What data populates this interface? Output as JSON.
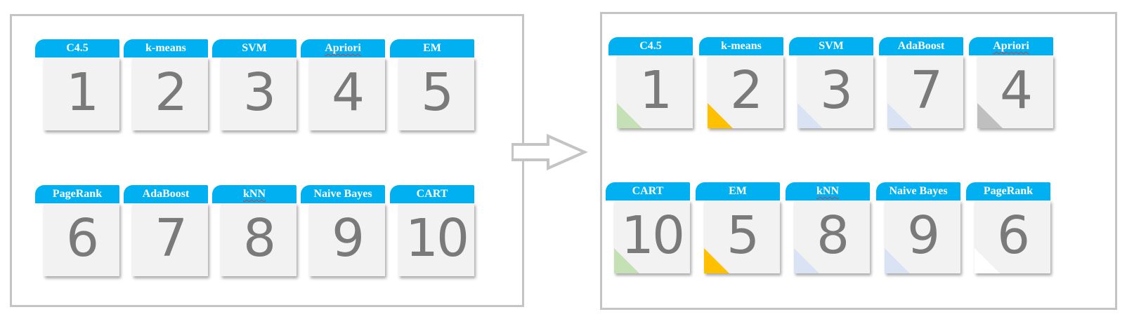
{
  "left_panel": {
    "cards": [
      {
        "label": "C4.5",
        "number": "1",
        "spell": false
      },
      {
        "label": "k-means",
        "number": "2",
        "spell": false
      },
      {
        "label": "SVM",
        "number": "3",
        "spell": false
      },
      {
        "label": "Apriori",
        "number": "4",
        "spell": true
      },
      {
        "label": "EM",
        "number": "5",
        "spell": false
      },
      {
        "label": "PageRank",
        "number": "6",
        "spell": false
      },
      {
        "label": "AdaBoost",
        "number": "7",
        "spell": false
      },
      {
        "label": "kNN",
        "number": "8",
        "spell": true
      },
      {
        "label": "Naive Bayes",
        "number": "9",
        "spell": false
      },
      {
        "label": "CART",
        "number": "10",
        "spell": false
      }
    ]
  },
  "right_panel": {
    "cards": [
      {
        "label": "C4.5",
        "number": "1",
        "corner_color": "#c5e0b4",
        "spell": false
      },
      {
        "label": "k-means",
        "number": "2",
        "corner_color": "#ffc000",
        "spell": false
      },
      {
        "label": "SVM",
        "number": "3",
        "corner_color": "#dae3f3",
        "spell": false
      },
      {
        "label": "AdaBoost",
        "number": "7",
        "corner_color": "#dae3f3",
        "spell": false
      },
      {
        "label": "Apriori",
        "number": "4",
        "corner_color": "#bfbfbf",
        "spell": true
      },
      {
        "label": "CART",
        "number": "10",
        "corner_color": "#c5e0b4",
        "spell": false
      },
      {
        "label": "EM",
        "number": "5",
        "corner_color": "#ffc000",
        "spell": false
      },
      {
        "label": "kNN",
        "number": "8",
        "corner_color": "#dae3f3",
        "spell": true
      },
      {
        "label": "Naive Bayes",
        "number": "9",
        "corner_color": "#dae3f3",
        "spell": false
      },
      {
        "label": "PageRank",
        "number": "6",
        "corner_color": "#ffffff",
        "spell": false
      }
    ]
  },
  "colors": {
    "tab": "#00b0f0",
    "card_body": "#f2f2f2",
    "number_text": "#7a7a7a",
    "panel_border": "#c4c4c4",
    "arrow": "#c4c4c4"
  }
}
